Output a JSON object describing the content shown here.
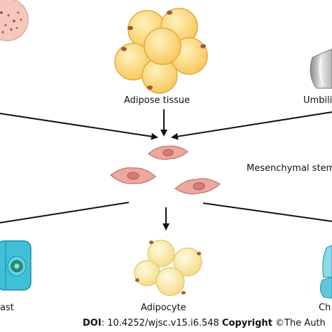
{
  "labels": {
    "adipose_tissue": "Adipose tissue",
    "umbilical": "Umbili",
    "msc": "Mesenchymal stem",
    "osteoblast": "ast",
    "adipocyte": "Adipocyte",
    "chondrocyte": "Ch"
  },
  "footer": {
    "doi_label": "DOI",
    "doi_value": ": 10.4252/wjsc.v15.i6.548 ",
    "copyright_label": "Copyright",
    "copyright_value": " ©The Auth"
  },
  "colors": {
    "fat_cell": "#fcd77a",
    "fat_cell_edge": "#e6a93c",
    "msc_cell": "#e9a39a",
    "osteoblast": "#45c4d8",
    "adipocyte": "#fbe9a4",
    "arrow": "#111111"
  }
}
